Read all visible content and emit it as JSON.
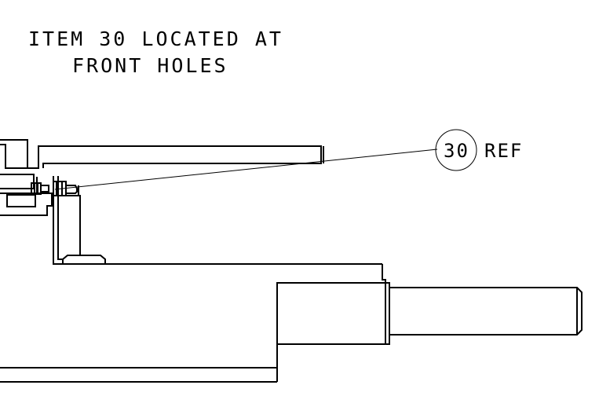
{
  "note": {
    "line1": "ITEM 30 LOCATED AT",
    "line2": "FRONT HOLES"
  },
  "callout": {
    "item_number": "30",
    "suffix": "REF"
  },
  "colors": {
    "background": "#ffffff",
    "line": "#000000"
  }
}
